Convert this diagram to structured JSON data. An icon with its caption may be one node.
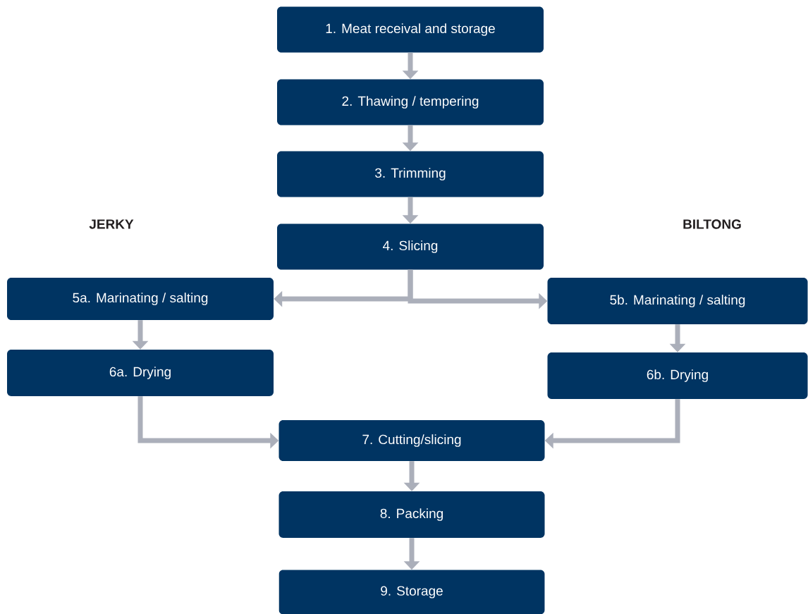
{
  "diagram": {
    "nodes": [
      {
        "text": [
          "1. Meat receival and storage"
        ]
      },
      {
        "text": [
          "2. Thawing / tempering"
        ]
      },
      {
        "text": [
          "3. Trimming"
        ]
      },
      {
        "text": [
          "4. Slicing"
        ]
      },
      {
        "text": [
          "5a. Marinating / salting"
        ]
      },
      {
        "text": [
          "6a. Drying"
        ]
      },
      {
        "text": [
          "5b. Marinating / salting"
        ]
      },
      {
        "text": [
          "6b. Drying"
        ]
      },
      {
        "text": [
          "7. Cutting/slicing"
        ]
      },
      {
        "text": [
          "8. Packing"
        ]
      },
      {
        "text": [
          "9. Storage"
        ]
      }
    ],
    "edges": [
      {
        "from": 0,
        "to": 1,
        "arrow": "to"
      },
      {
        "from": 1,
        "to": 2,
        "arrow": "to"
      },
      {
        "from": 2,
        "to": 3,
        "arrow": "to"
      },
      {
        "from": 3,
        "to": 4,
        "arrow": "to"
      },
      {
        "from": 3,
        "to": 6,
        "arrow": "to"
      },
      {
        "from": 4,
        "to": 5,
        "arrow": "to"
      },
      {
        "from": 6,
        "to": 7,
        "arrow": "to"
      },
      {
        "from": 5,
        "to": 8,
        "arrow": "to"
      },
      {
        "from": 7,
        "to": 8,
        "arrow": "to"
      },
      {
        "from": 8,
        "to": 9,
        "arrow": "to"
      },
      {
        "from": 9,
        "to": 10,
        "arrow": "to"
      }
    ],
    "labels": [
      "JERKY",
      "BILTONG"
    ]
  }
}
